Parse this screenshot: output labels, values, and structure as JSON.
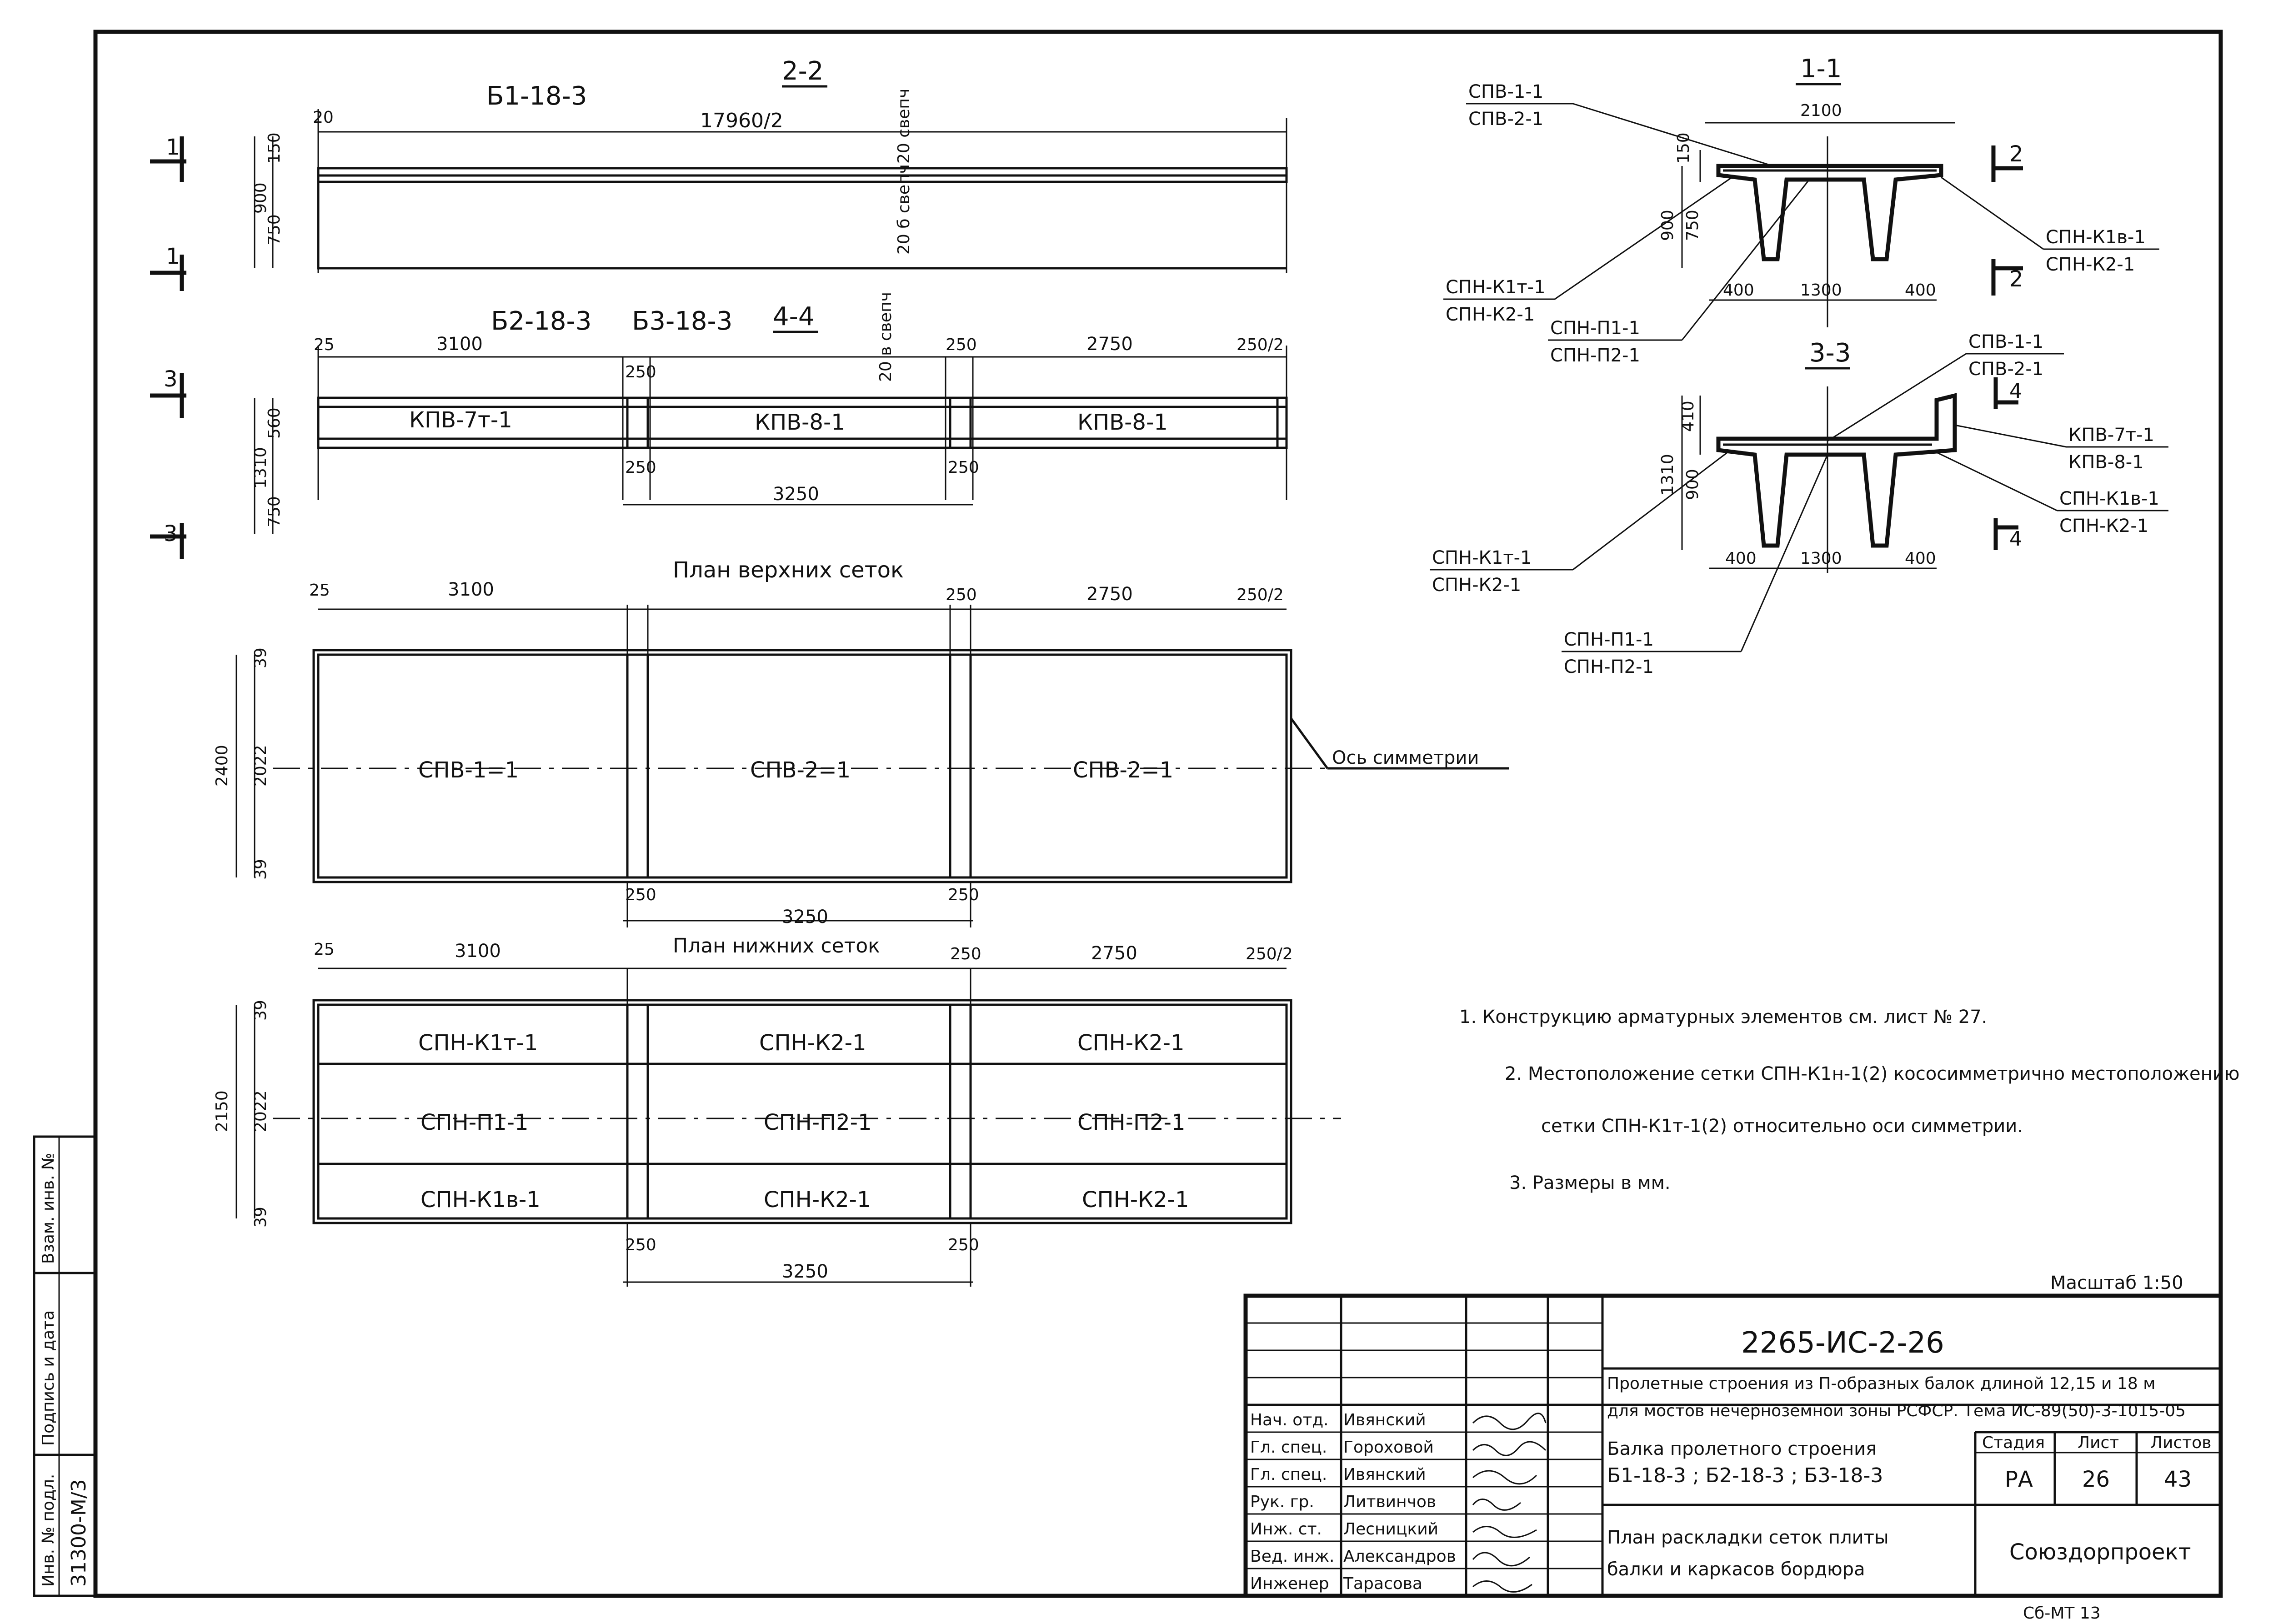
{
  "main_views": {
    "beam1_title": "Б1-18-3",
    "section_2_2": "2-2",
    "dim_17960_2": "17960/2",
    "dim_20": "20",
    "dim_150": "150",
    "dim_900": "900",
    "dim_750": "750",
    "dim_20_sv": "20 свепч",
    "dim_20_6_sv": "20 б свепч",
    "beam23_title_a": "Б2-18-3",
    "beam23_title_b": "Б3-18-3",
    "section_4_4": "4-4",
    "dim_20_8_sv": "20 в свепч",
    "dim_25": "25",
    "dim_3100": "3100",
    "dim_250": "250",
    "dim_2750": "2750",
    "dim_250_2": "250/2",
    "dim_560": "560",
    "dim_1310": "1310",
    "dim_3250": "3250",
    "kpv_7": "КПВ-7т-1",
    "kpv_8a": "КПВ-8-1",
    "kpv_8b": "КПВ-8-1",
    "mark_1": "1",
    "mark_3": "3",
    "plan_top_title": "План верхних сеток",
    "dim_2400": "2400",
    "dim_2022": "2022",
    "dim_39": "39",
    "spv_1": "СПВ-1=1",
    "spv_2a": "СПВ-2=1",
    "spv_2b": "СПВ-2=1",
    "axis_symmetry": "Ось симметрии",
    "plan_bottom_title": "План нижних сеток",
    "dim_2150": "2150",
    "spn_k1t": "СПН-К1т-1",
    "spn_k2a": "СПН-К2-1",
    "spn_k2b": "СПН-К2-1",
    "spn_p1": "СПН-П1-1",
    "spn_p2a": "СПН-П2-1",
    "spn_p2b": "СПН-П2-1",
    "spn_k1b": "СПН-К1в-1",
    "spn_k2c": "СПН-К2-1",
    "spn_k2d": "СПН-К2-1"
  },
  "section_1_1": {
    "title": "1-1",
    "spv_top": "СПВ-1-1",
    "spv_bottom": "СПВ-2-1",
    "dim_2100": "2100",
    "dim_150": "150",
    "dim_900": "900",
    "dim_750": "750",
    "dim_400a": "400",
    "dim_1300": "1300",
    "dim_400b": "400",
    "cut_2": "2",
    "right_top": "СПН-К1в-1",
    "right_bottom": "СПН-К2-1",
    "left_top": "СПН-К1т-1",
    "left_bottom": "СПН-К2-1",
    "mid_top": "СПН-П1-1",
    "mid_bottom": "СПН-П2-1"
  },
  "section_3_3": {
    "title": "3-3",
    "spv_top": "СПВ-1-1",
    "spv_bottom": "СПВ-2-1",
    "dim_410": "410",
    "dim_1310": "1310",
    "dim_900": "900",
    "dim_400a": "400",
    "dim_1300": "1300",
    "dim_400b": "400",
    "cut_4": "4",
    "kpv_top": "КПВ-7т-1",
    "kpv_bottom": "КПВ-8-1",
    "right_top": "СПН-К1в-1",
    "right_bottom": "СПН-К2-1",
    "left_top": "СПН-К1т-1",
    "left_bottom": "СПН-К2-1",
    "bot_top": "СПН-П1-1",
    "bot_bottom": "СПН-П2-1"
  },
  "notes": [
    "1. Конструкцию арматурных элементов см. лист № 27.",
    "2. Местоположение сетки СПН-К1н-1(2) кососимметрично местоположению",
    "сетки СПН-К1т-1(2) относительно оси симметрии.",
    "3. Размеры в мм."
  ],
  "scale": "Масштаб 1:50",
  "title_block": {
    "doc_code": "2265-ИС-2-26",
    "project_line1": "Пролетные строения из П-образных балок длиной 12,15 и 18 м",
    "project_line2": "для мостов нечерноземной зоны РСФСР. Тема ИС-89(50)-3-1015-05",
    "drawing_line1": "Балка пролетного строения",
    "drawing_line2": "Б1-18-3 ; Б2-18-3 ; Б3-18-3",
    "sheet_line1": "План раскладки сеток плиты",
    "sheet_line2": "балки и каркасов бордюра",
    "stage_label": "Стадия",
    "sheet_label": "Лист",
    "sheets_label": "Листов",
    "stage_value": "РА",
    "sheet_value": "26",
    "sheets_value": "43",
    "organization": "Союздорпроект",
    "signatures": [
      {
        "role": "Нач. отд.",
        "name": "Ивянский"
      },
      {
        "role": "Гл. спец.",
        "name": "Гороховой"
      },
      {
        "role": "Гл. спец.",
        "name": "Ивянский"
      },
      {
        "role": "Рук. гр.",
        "name": "Литвинчов"
      },
      {
        "role": "Инж. ст.",
        "name": "Лесницкий"
      },
      {
        "role": "Вед. инж.",
        "name": "Александров"
      },
      {
        "role": "Инженер",
        "name": "Тарасова"
      }
    ]
  },
  "left_stamp": {
    "inv_podl_label": "Инв. № подл.",
    "inv_podl_value": "31300-М/3",
    "podpis_label": "Подпись и дата",
    "vzam_label": "Взам. инв. №"
  },
  "footer_code": "Сб-МТ 13"
}
